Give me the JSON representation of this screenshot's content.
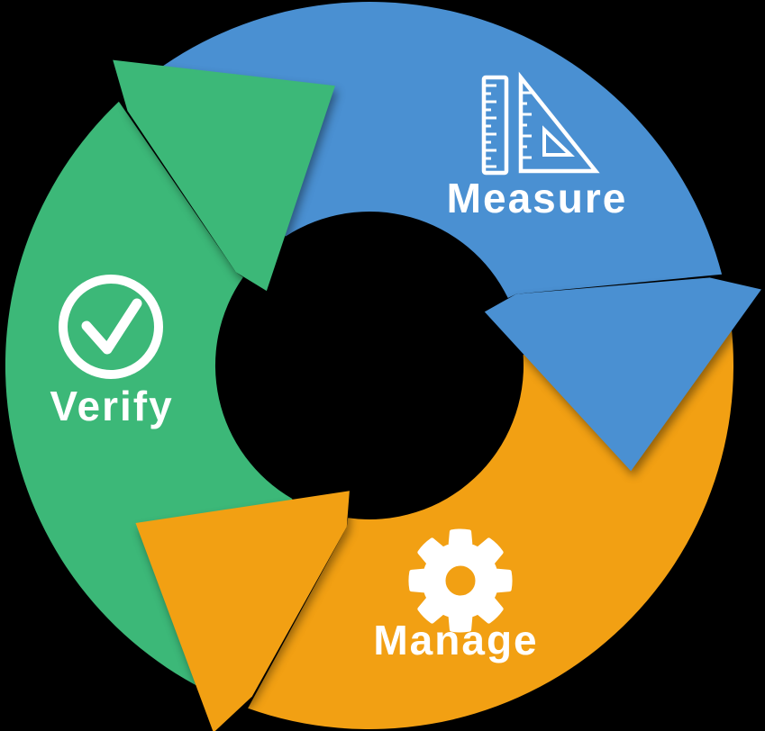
{
  "background_color": "#000000",
  "diagram": {
    "type": "cycle-arrows",
    "direction": "clockwise",
    "label_color": "#FFFFFF",
    "steps": [
      {
        "id": "measure",
        "label": "Measure",
        "icon": "ruler-set-square-icon",
        "color": "#4A90D2"
      },
      {
        "id": "manage",
        "label": "Manage",
        "icon": "gear-icon",
        "color": "#F2A013"
      },
      {
        "id": "verify",
        "label": "Verify",
        "icon": "check-circle-icon",
        "color": "#3CB878"
      }
    ]
  }
}
